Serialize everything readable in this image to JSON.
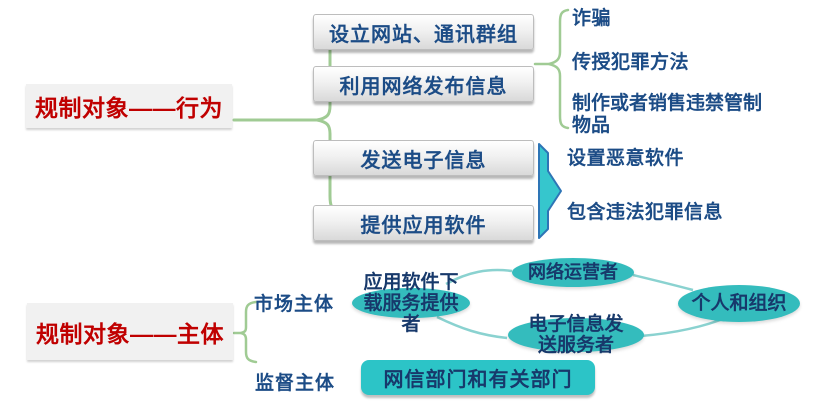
{
  "colors": {
    "red_text": "#C00000",
    "navy_text": "#1C4C86",
    "ellipse_text": "#17396B",
    "label_bg": "#F1F1F1",
    "box_border": "#BDBDBD",
    "green_brace": "#A0CB94",
    "teal_ellipse": "#34BCBD",
    "teal_box": "#2CC4C7",
    "arrow_fill": "#36C6CD",
    "arrow_outline": "#2E75B6",
    "curve_line": "#8AD2D0"
  },
  "behavior": {
    "label": "规制对象——行为",
    "boxes": [
      "设立网站、通讯群组",
      "利用网络发布信息",
      "发送电子信息",
      "提供应用软件"
    ],
    "violations": [
      "诈骗",
      "传授犯罪方法",
      "制作或者销售违禁管制物品"
    ],
    "consequences": [
      "设置恶意软件",
      "包含违法犯罪信息"
    ]
  },
  "subject": {
    "label": "规制对象——主体",
    "categories": [
      "市场主体",
      "监督主体"
    ],
    "market_entities": [
      "应用软件下载服务提供者",
      "网络运营者",
      "电子信息发送服务者",
      "个人和组织"
    ],
    "supervision_entity": "网信部门和有关部门"
  }
}
